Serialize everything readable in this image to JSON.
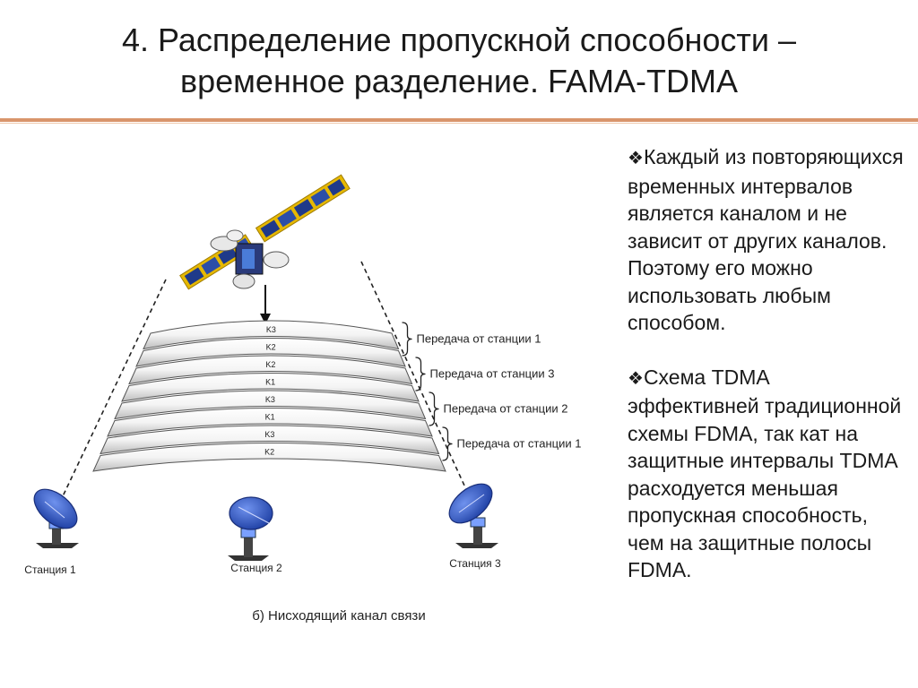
{
  "title": {
    "line1": "4. Распределение пропускной способности –",
    "line2": "временное разделение.  FAMA-TDMA"
  },
  "diagram": {
    "slots": [
      "K3",
      "K2",
      "K2",
      "K1",
      "K3",
      "K1",
      "K3",
      "K2"
    ],
    "transmissions": [
      "Передача от станции 1",
      "Передача от станции 3",
      "Передача от станции 2",
      "Передача от станции 1"
    ],
    "stations": [
      "Станция 1",
      "Станция 2",
      "Станция 3"
    ],
    "caption": "б) Нисходящий канал связи"
  },
  "bullets": [
    "Каждый из повторяющихся временных интервалов является каналом и не зависит от других каналов. Поэтому его можно использовать любым способом.",
    "Схема TDMA эффективней традиционной схемы FDMA, так кат на защитные интервалы TDMA расходуется меньшая пропускная способность, чем на защитные полосы FDMA."
  ],
  "bullet_mark": "❖",
  "colors": {
    "accent_rule": "#d9956b",
    "panel_blue": "#1f3a8a",
    "panel_gold": "#e6b800",
    "dish_blue": "#2b53c6"
  }
}
